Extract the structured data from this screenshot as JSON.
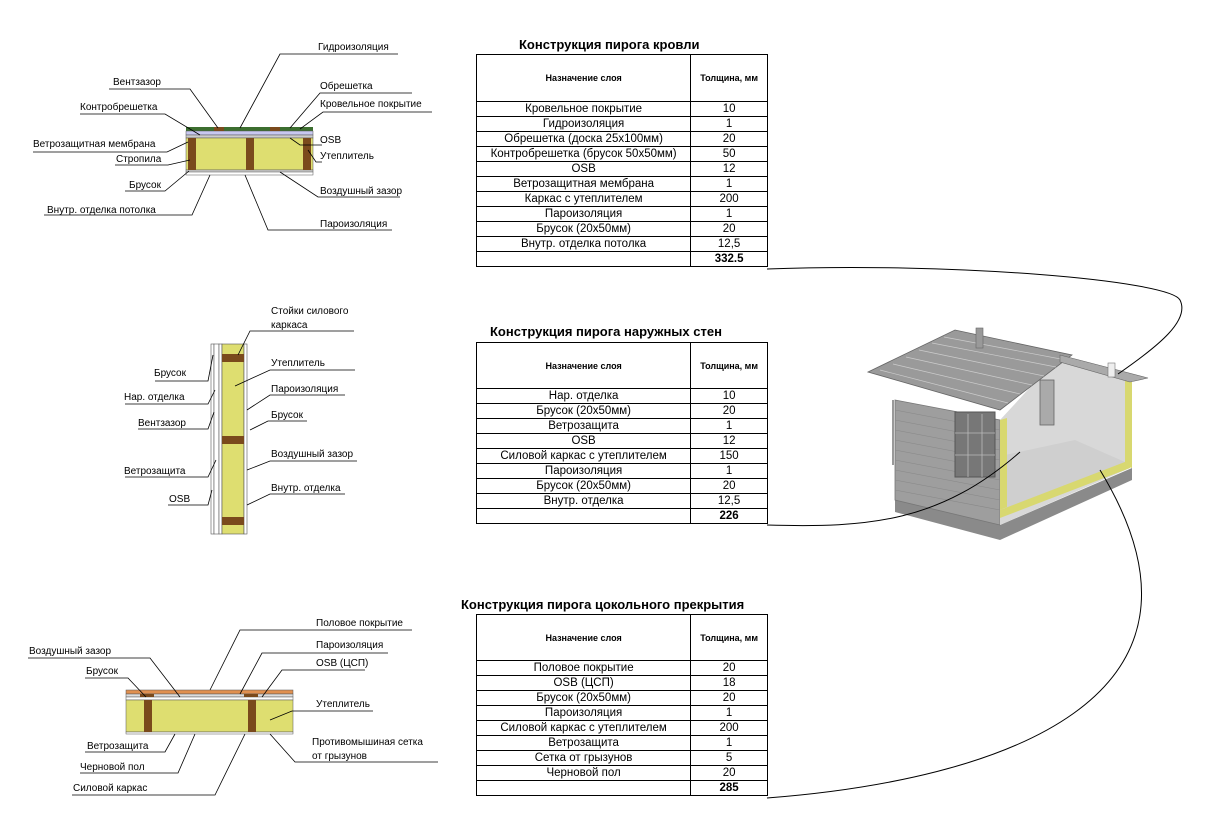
{
  "roof": {
    "title": "Конструкция пирога кровли",
    "col_layer": "Назначение слоя",
    "col_thickness": "Толщина, мм",
    "rows": [
      [
        "Кровельное покрытие",
        "10"
      ],
      [
        "Гидроизоляция",
        "1"
      ],
      [
        "Обрешетка (доска 25х100мм)",
        "20"
      ],
      [
        "Контробрешетка (брусок 50х50мм)",
        "50"
      ],
      [
        "OSB",
        "12"
      ],
      [
        "Ветрозащитная мембрана",
        "1"
      ],
      [
        "Каркас с утеплителем",
        "200"
      ],
      [
        "Пароизоляция",
        "1"
      ],
      [
        "Брусок (20х50мм)",
        "20"
      ],
      [
        "Внутр. отделка потолка",
        "12,5"
      ]
    ],
    "total": "332.5",
    "labels_left": [
      "Вентзазор",
      "Контробрешетка",
      "Ветрозащитная мембрана",
      "Стропила",
      "Брусок",
      "Внутр. отделка потолка"
    ],
    "labels_right": [
      "Гидроизоляция",
      "Обрешетка",
      "Кровельное покрытие",
      "OSB",
      "Утеплитель",
      "Воздушный зазор",
      "Пароизоляция"
    ]
  },
  "wall": {
    "title": "Конструкция пирога наружных стен",
    "col_layer": "Назначение слоя",
    "col_thickness": "Толщина, мм",
    "rows": [
      [
        "Нар. отделка",
        "10"
      ],
      [
        "Брусок (20х50мм)",
        "20"
      ],
      [
        "Ветрозащита",
        "1"
      ],
      [
        "OSB",
        "12"
      ],
      [
        "Силовой каркас с утеплителем",
        "150"
      ],
      [
        "Пароизоляция",
        "1"
      ],
      [
        "Брусок (20х50мм)",
        "20"
      ],
      [
        "Внутр. отделка",
        "12,5"
      ]
    ],
    "total": "226",
    "labels_left": [
      "Брусок",
      "Нар. отделка",
      "Вентзазор",
      "Ветрозащита",
      "OSB"
    ],
    "labels_right": [
      "Стойки силового",
      "каркаса",
      "Утеплитель",
      "Пароизоляция",
      "Брусок",
      "Воздушный зазор",
      "Внутр. отделка"
    ]
  },
  "floor": {
    "title": "Конструкция пирога цокольного прекрытия",
    "col_layer": "Назначение слоя",
    "col_thickness": "Толщина, мм",
    "rows": [
      [
        "Половое покрытие",
        "20"
      ],
      [
        "OSB (ЦСП)",
        "18"
      ],
      [
        "Брусок (20х50мм)",
        "20"
      ],
      [
        "Пароизоляция",
        "1"
      ],
      [
        "Силовой каркас с утеплителем",
        "200"
      ],
      [
        "Ветрозащита",
        "1"
      ],
      [
        "Сетка от грызунов",
        "5"
      ],
      [
        "Черновой пол",
        "20"
      ]
    ],
    "total": "285",
    "labels_left": [
      "Воздушный зазор",
      "Брусок",
      "Ветрозащита",
      "Черновой пол",
      "Силовой каркас"
    ],
    "labels_right": [
      "Половое покрытие",
      "Пароизоляция",
      "OSB (ЦСП)",
      "Утеплитель",
      "Противомышиная сетка",
      "от грызунов"
    ]
  }
}
